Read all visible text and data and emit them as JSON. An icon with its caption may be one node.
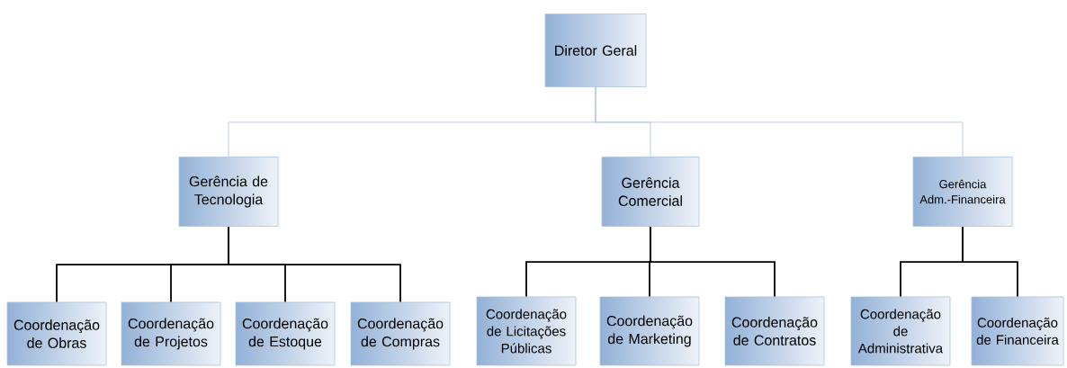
{
  "diagram": {
    "nodes": [
      {
        "text": [
          "Diretor Geral"
        ]
      },
      {
        "text": [
          "Gerência de Tecnologia"
        ]
      },
      {
        "text": [
          "Gerência Comercial"
        ]
      },
      {
        "text": [
          "Gerência Adm.-Financeira"
        ]
      },
      {
        "text": [
          "Coordenação de Obras"
        ]
      },
      {
        "text": [
          "Coordenação de Projetos"
        ]
      },
      {
        "text": [
          "Coordenação de Estoque"
        ]
      },
      {
        "text": [
          "Coordenação de Compras"
        ]
      },
      {
        "text": [
          "Coordenação de Licitações Públicas"
        ]
      },
      {
        "text": [
          "Coordenação de Marketing"
        ]
      },
      {
        "text": [
          "Coordenação de Contratos"
        ]
      },
      {
        "text": [
          "Coordenação de Administrativa"
        ]
      },
      {
        "text": [
          "Coordenação de Financeira"
        ]
      }
    ],
    "edges": [
      {
        "from": 0,
        "to": 1,
        "arrow": "none",
        "color": "#a9c3e0"
      },
      {
        "from": 0,
        "to": 2,
        "arrow": "none",
        "color": "#a9c3e0"
      },
      {
        "from": 0,
        "to": 3,
        "arrow": "none",
        "color": "#a9c3e0"
      },
      {
        "from": 1,
        "to": 4,
        "arrow": "none"
      },
      {
        "from": 1,
        "to": 5,
        "arrow": "none"
      },
      {
        "from": 1,
        "to": 6,
        "arrow": "none"
      },
      {
        "from": 1,
        "to": 7,
        "arrow": "none"
      },
      {
        "from": 2,
        "to": 8,
        "arrow": "none"
      },
      {
        "from": 2,
        "to": 9,
        "arrow": "none"
      },
      {
        "from": 2,
        "to": 10,
        "arrow": "none"
      },
      {
        "from": 3,
        "to": 11,
        "arrow": "none"
      },
      {
        "from": 3,
        "to": 12,
        "arrow": "none"
      }
    ]
  }
}
